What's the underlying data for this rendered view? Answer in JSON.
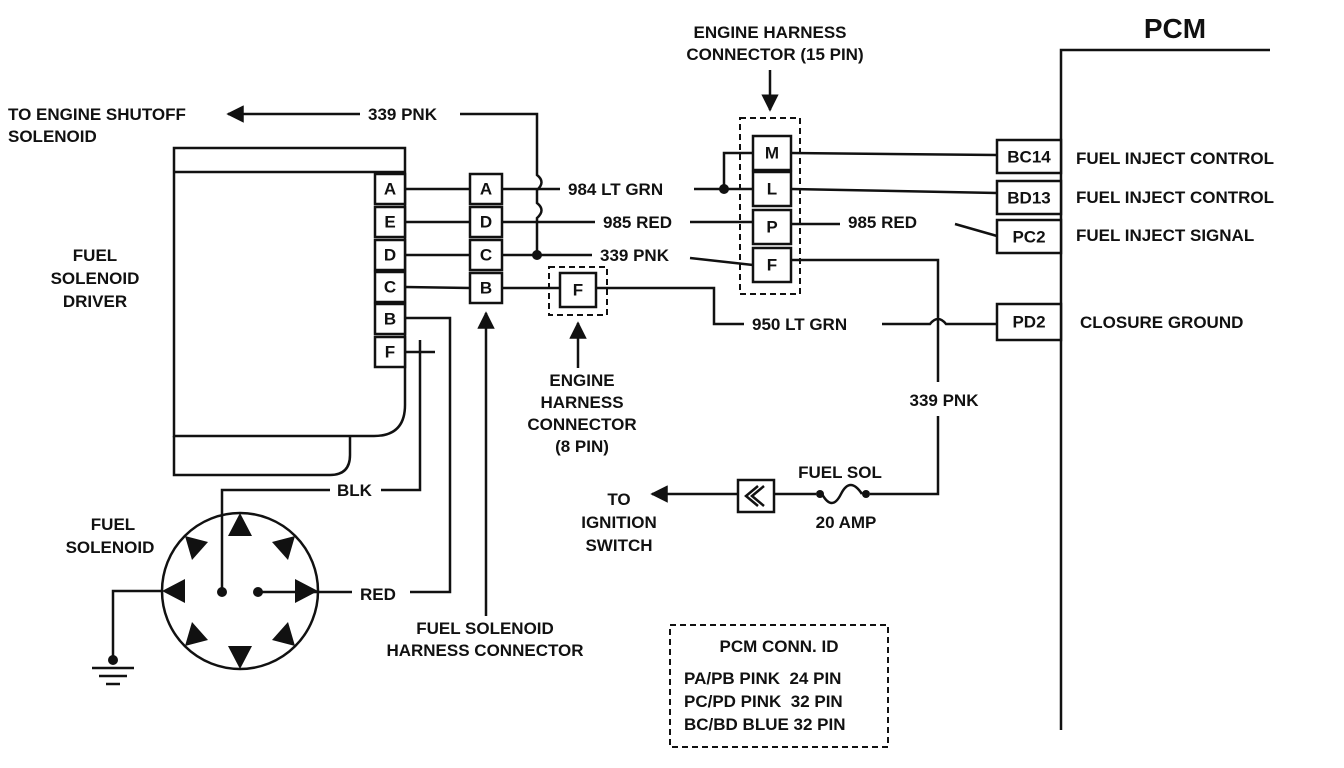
{
  "pcm": {
    "title": "PCM",
    "pins": [
      {
        "id": "BC14",
        "function": "FUEL INJECT CONTROL"
      },
      {
        "id": "BD13",
        "function": "FUEL INJECT CONTROL"
      },
      {
        "id": "PC2",
        "function": "FUEL INJECT SIGNAL"
      },
      {
        "id": "PD2",
        "function": "CLOSURE GROUND"
      }
    ]
  },
  "engine_harness_15": {
    "label_line1": "ENGINE HARNESS",
    "label_line2": "CONNECTOR (15 PIN)",
    "pins": [
      "M",
      "L",
      "P",
      "F"
    ]
  },
  "engine_harness_8": {
    "label_lines": [
      "ENGINE",
      "HARNESS",
      "CONNECTOR",
      "(8 PIN)"
    ],
    "pin": "F"
  },
  "fuel_solenoid_harness": {
    "label_line1": "FUEL SOLENOID",
    "label_line2": "HARNESS CONNECTOR",
    "pins": [
      "A",
      "D",
      "C",
      "B"
    ]
  },
  "fuel_solenoid_driver": {
    "label_lines": [
      "FUEL",
      "SOLENOID",
      "DRIVER"
    ],
    "pins": [
      "A",
      "E",
      "D",
      "C",
      "B",
      "F"
    ]
  },
  "fuel_solenoid": {
    "label_lines": [
      "FUEL",
      "SOLENOID"
    ]
  },
  "wires": {
    "shutoff_label_line1": "TO ENGINE SHUTOFF",
    "shutoff_label_line2": "SOLENOID",
    "w339_top": "339 PNK",
    "w984": "984 LT GRN",
    "w985_left": "985 RED",
    "w985_right": "985 RED",
    "w339_mid": "339 PNK",
    "w950": "950 LT GRN",
    "w339_right": "339 PNK",
    "blk": "BLK",
    "red": "RED"
  },
  "fuse": {
    "name": "FUEL SOL",
    "rating": "20 AMP"
  },
  "ignition": {
    "label_lines": [
      "TO",
      "IGNITION",
      "SWITCH"
    ]
  },
  "pcm_conn_id": {
    "title": "PCM CONN. ID",
    "rows": [
      "PA/PB PINK  24 PIN",
      "PC/PD PINK  32 PIN",
      "BC/BD BLUE 32 PIN"
    ]
  }
}
